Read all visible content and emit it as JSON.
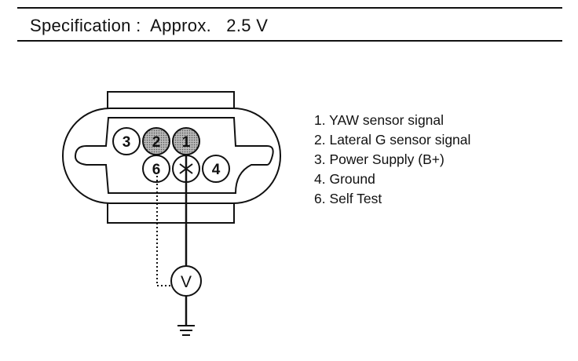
{
  "spec": {
    "label": "Specification",
    "colon": ":",
    "prefix": "Approx.",
    "value": "2.5",
    "unit": "V"
  },
  "connector": {
    "pins": [
      {
        "id": "1",
        "label": "1",
        "shaded": true
      },
      {
        "id": "2",
        "label": "2",
        "shaded": true
      },
      {
        "id": "3",
        "label": "3",
        "shaded": false
      },
      {
        "id": "4",
        "label": "4",
        "shaded": false
      },
      {
        "id": "5",
        "label": "",
        "shaded": false
      },
      {
        "id": "6",
        "label": "6",
        "shaded": false
      }
    ]
  },
  "meter": {
    "symbol": "V"
  },
  "legend": {
    "items": [
      "1. YAW sensor signal",
      "2. Lateral G sensor signal",
      "3. Power Supply (B+)",
      "4. Ground",
      "6. Self Test"
    ]
  },
  "colors": {
    "line": "#111111",
    "pin_shade": "#9a9a9a",
    "background": "#ffffff"
  }
}
